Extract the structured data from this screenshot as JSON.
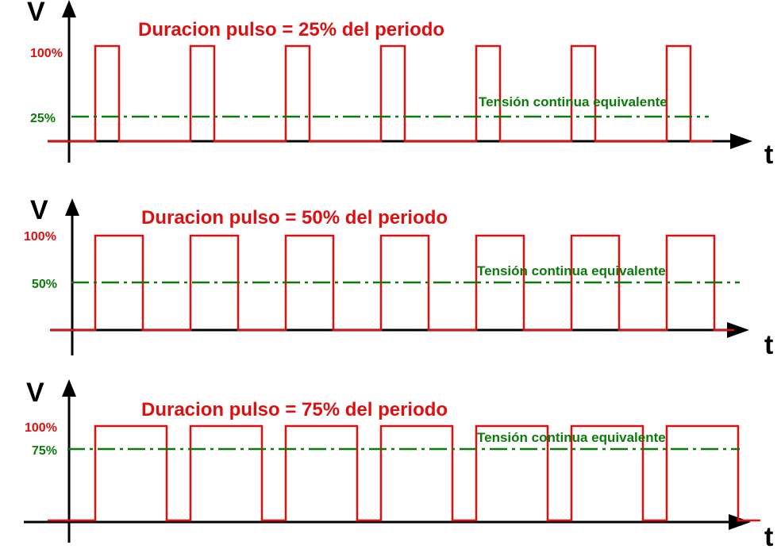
{
  "colors": {
    "axis": "#000000",
    "pulse": "#dd0f0f",
    "equivalent": "#0a7a0a"
  },
  "axes": {
    "v_label": "V",
    "t_label": "t"
  },
  "panels": [
    {
      "title": "Duracion pulso = 25% del periodo",
      "duty": 0.25,
      "label_high": "100%",
      "label_level": "25%",
      "equivalent_label": "Tensión continua equivalente"
    },
    {
      "title": "Duracion pulso = 50% del periodo",
      "duty": 0.5,
      "label_high": "100%",
      "label_level": "50%",
      "equivalent_label": "Tensión continua equivalente"
    },
    {
      "title": "Duracion pulso = 75% del periodo",
      "duty": 0.75,
      "label_high": "100%",
      "label_level": "75%",
      "equivalent_label": "Tensión continua equivalente"
    }
  ]
}
